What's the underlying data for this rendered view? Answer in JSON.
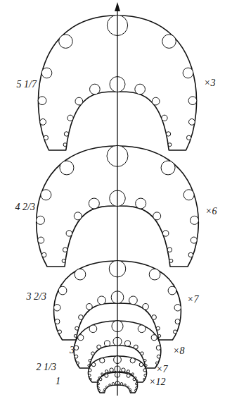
{
  "diagram": {
    "labels": [
      "5 1/7",
      "×3",
      "4 2/3",
      "×6",
      "3 2/3",
      "×7",
      "3",
      "×8",
      "2 1/3",
      "×7",
      "1",
      "×12"
    ]
  }
}
